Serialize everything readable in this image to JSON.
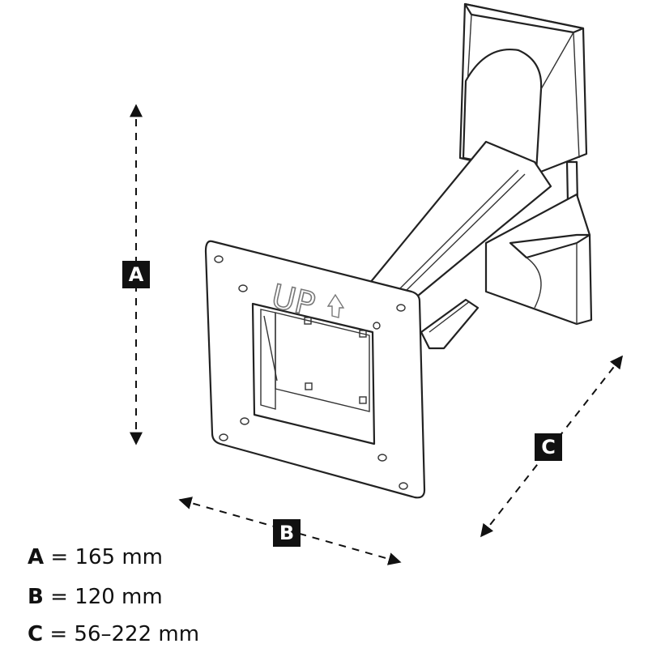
{
  "diagram": {
    "plate_marking": "UP",
    "labels": {
      "a": "A",
      "b": "B",
      "c": "C"
    },
    "legend": [
      {
        "key": "A",
        "eq": "=",
        "value": "165 mm"
      },
      {
        "key": "B",
        "eq": "=",
        "value": "120 mm"
      },
      {
        "key": "C",
        "eq": "=",
        "value": "56–222 mm"
      }
    ]
  }
}
